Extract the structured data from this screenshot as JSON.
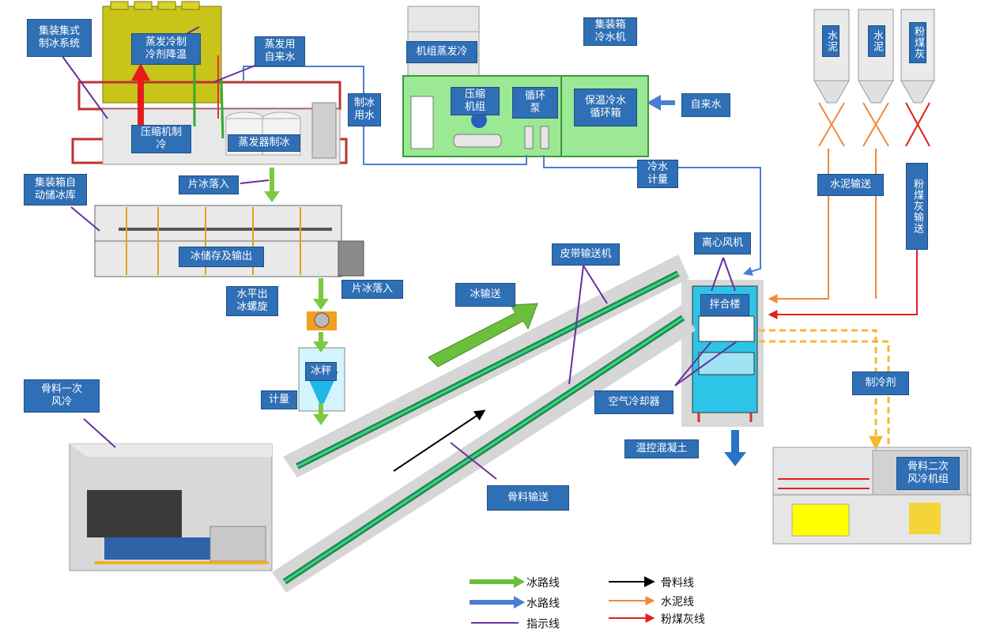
{
  "labels": {
    "container_ice_system": "集装集式\n制冰系统",
    "evap_refrigerant_cooling": "蒸发冷制\n冷剂降温",
    "evap_tap_water": "蒸发用\n自来水",
    "compressor_ice": "压缩机制\n冷",
    "evaporator_ice": "蒸发器制冰",
    "unit_evap_cooling": "机组蒸发冷",
    "container_chiller": "集装箱\n冷水机",
    "ice_water": "制冰\n用水",
    "compressor_unit": "压缩\n机组",
    "circulation_pump": "循环\n泵",
    "insulated_tank": "保温冷水\n循环箱",
    "tap_water": "自来水",
    "cold_water_metering": "冷水\n计量",
    "container_ice_storage": "集装箱自\n动储冰库",
    "flake_ice_drop_1": "片冰落入",
    "ice_storage_output": "冰储存及输出",
    "flake_ice_drop_2": "片冰落入",
    "horizontal_screw": "水平出\n冰螺旋",
    "ice_scale": "冰秤",
    "metering": "计量",
    "cement_silo_1": "水泥",
    "cement_silo_2": "水泥",
    "flyash_silo": "粉煤灰",
    "cement_conveying": "水泥输送",
    "flyash_conveying": "粉煤灰输送",
    "centrifugal_fan": "离心风机",
    "mixing_plant": "拌合楼",
    "belt_conveyor": "皮带输送机",
    "ice_conveying": "冰输送",
    "air_cooler": "空气冷却器",
    "refrigerant": "制冷剂",
    "temp_controlled_concrete": "温控混凝土",
    "aggregate_primary_cooling": "骨料一次\n风冷",
    "aggregate_conveying": "骨料输送",
    "aggregate_secondary_unit": "骨料二次\n风冷机组"
  },
  "legend": {
    "ice_route": "冰路线",
    "water_route": "水路线",
    "pointer_line": "指示线",
    "aggregate_line": "骨料线",
    "cement_line": "水泥线",
    "flyash_line": "粉煤灰线"
  },
  "colors": {
    "label_fill": "#2f6fb5",
    "ice_route": "#6bbf3a",
    "water_route": "#4a7fd0",
    "pointer_line": "#6a2f9a",
    "aggregate_line": "#000000",
    "cement_line": "#f08a3c",
    "flyash_line": "#e02020",
    "refrigerant_line": "#f5b82e"
  },
  "icons": [
    "ice-plant-icon",
    "chiller-container-icon",
    "ice-storage-icon",
    "silo-icon",
    "mixing-plant-icon",
    "belt-conveyor-icon",
    "aggregate-cooler-icon",
    "secondary-cooler-icon"
  ]
}
